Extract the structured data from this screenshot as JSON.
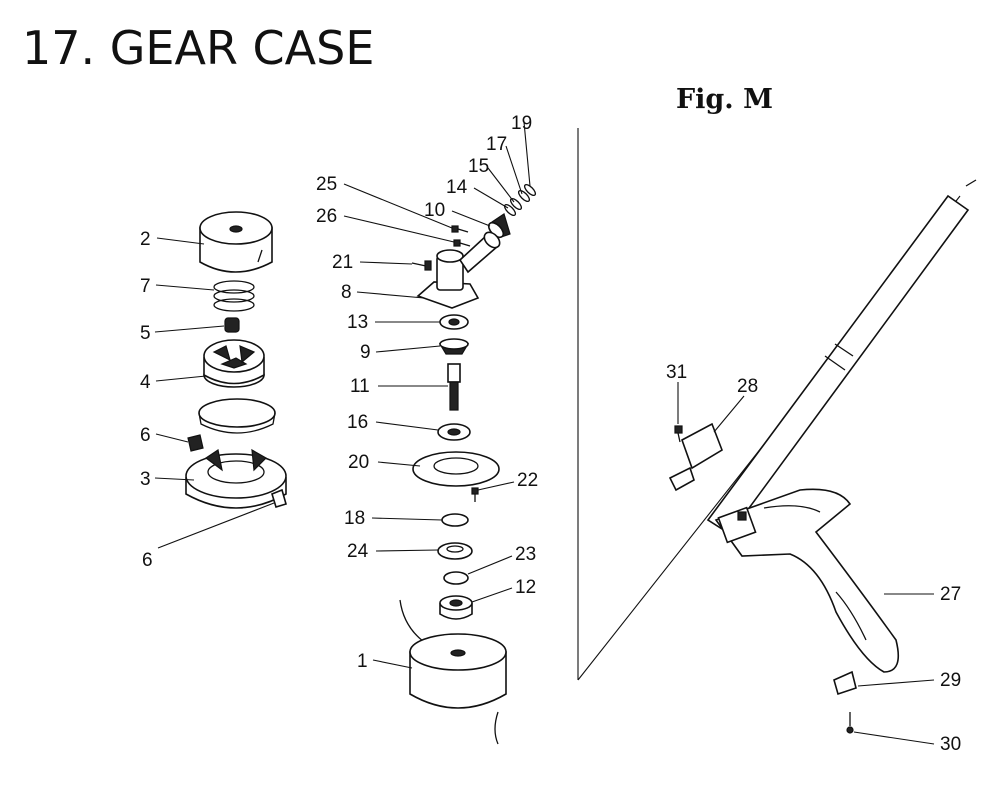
{
  "title": "17. GEAR CASE",
  "figure_label": "Fig. M",
  "callouts": {
    "p1": "1",
    "p2": "2",
    "p3": "3",
    "p4": "4",
    "p5": "5",
    "p6a": "6",
    "p6b": "6",
    "p7": "7",
    "p8": "8",
    "p9": "9",
    "p10": "10",
    "p11": "11",
    "p12": "12",
    "p13": "13",
    "p14": "14",
    "p15": "15",
    "p16": "16",
    "p17": "17",
    "p18": "18",
    "p19": "19",
    "p20": "20",
    "p21": "21",
    "p22": "22",
    "p23": "23",
    "p24": "24",
    "p25": "25",
    "p26": "26",
    "p27": "27",
    "p28": "28",
    "p29": "29",
    "p30": "30",
    "p31": "31"
  }
}
